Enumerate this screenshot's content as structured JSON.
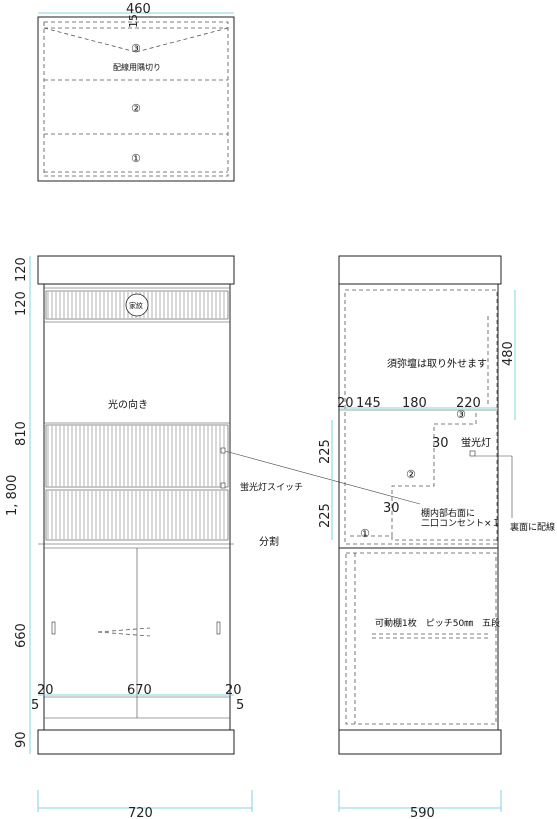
{
  "top_view": {
    "width_dim": "460",
    "offset_dim": "15",
    "shelf_3": "③",
    "wiring_label": "配線用隅切り",
    "shelf_2": "②",
    "shelf_1": "①"
  },
  "front_view": {
    "dims_vertical": [
      "120",
      "120",
      "810",
      "1, 800",
      "660",
      "90"
    ],
    "family_crest": "家紋",
    "light_direction": "光の向き",
    "switch_label": "蛍光灯スイッチ",
    "split_label": "分割",
    "bottom_dims": {
      "left": "20",
      "center": "670",
      "right": "20",
      "left_small": "5",
      "right_small": "5"
    },
    "total_width": "720"
  },
  "side_view": {
    "removable_note": "須弥壇は取り外せます",
    "dim_480": "480",
    "top_dims": [
      "20",
      "145",
      "180",
      "220"
    ],
    "dims_225": [
      "225",
      "225"
    ],
    "dim_30_a": "30",
    "dim_30_b": "30",
    "fluorescent": "蛍光灯",
    "outlet_line1": "棚内部右面に",
    "outlet_line2": "二口コンセント×１",
    "back_wiring": "裏面に配線",
    "shelf_1": "①",
    "shelf_2": "②",
    "shelf_3": "③",
    "movable_shelf": "可動棚1枚　ピッチ50㎜　五段",
    "total_depth": "590"
  }
}
